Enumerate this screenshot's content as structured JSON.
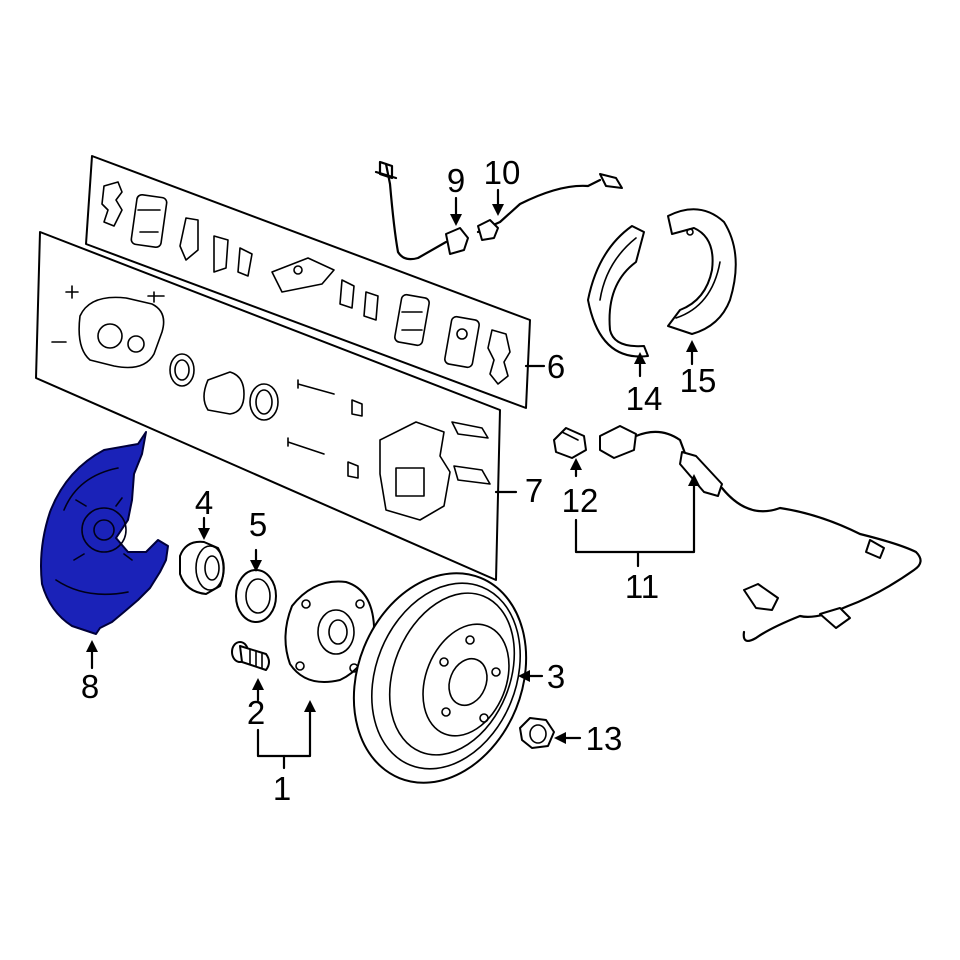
{
  "highlight_color": "#1a22b8",
  "labels": {
    "p1": "1",
    "p2": "2",
    "p3": "3",
    "p4": "4",
    "p5": "5",
    "p6": "6",
    "p7": "7",
    "p8": "8",
    "p9": "9",
    "p10": "10",
    "p11": "11",
    "p12": "12",
    "p13": "13",
    "p14": "14",
    "p15": "15"
  }
}
